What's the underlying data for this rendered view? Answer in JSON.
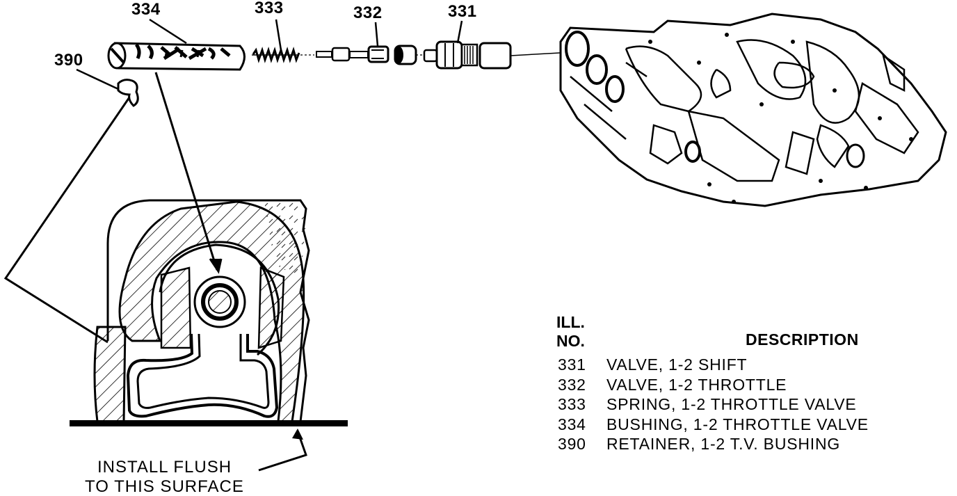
{
  "callouts": {
    "c334": "334",
    "c333": "333",
    "c332": "332",
    "c331": "331",
    "c390": "390"
  },
  "install_note": {
    "line1": "INSTALL FLUSH",
    "line2": "TO THIS SURFACE"
  },
  "legend": {
    "header_ill": "ILL.",
    "header_no": "NO.",
    "header_desc": "DESCRIPTION",
    "rows": [
      {
        "no": "331",
        "desc": "VALVE, 1-2 SHIFT"
      },
      {
        "no": "332",
        "desc": "VALVE, 1-2 THROTTLE"
      },
      {
        "no": "333",
        "desc": "SPRING, 1-2 THROTTLE VALVE"
      },
      {
        "no": "334",
        "desc": "BUSHING, 1-2 THROTTLE VALVE"
      },
      {
        "no": "390",
        "desc": "RETAINER, 1-2 T.V. BUSHING"
      }
    ]
  },
  "colors": {
    "ink": "#000000",
    "paper": "#ffffff"
  },
  "icons": [
    "bushing-drawing",
    "spring-drawing",
    "throttle-valve-drawing",
    "shift-valve-drawing",
    "retainer-clip-drawing",
    "valve-body-drawing",
    "bore-cross-section-drawing"
  ]
}
